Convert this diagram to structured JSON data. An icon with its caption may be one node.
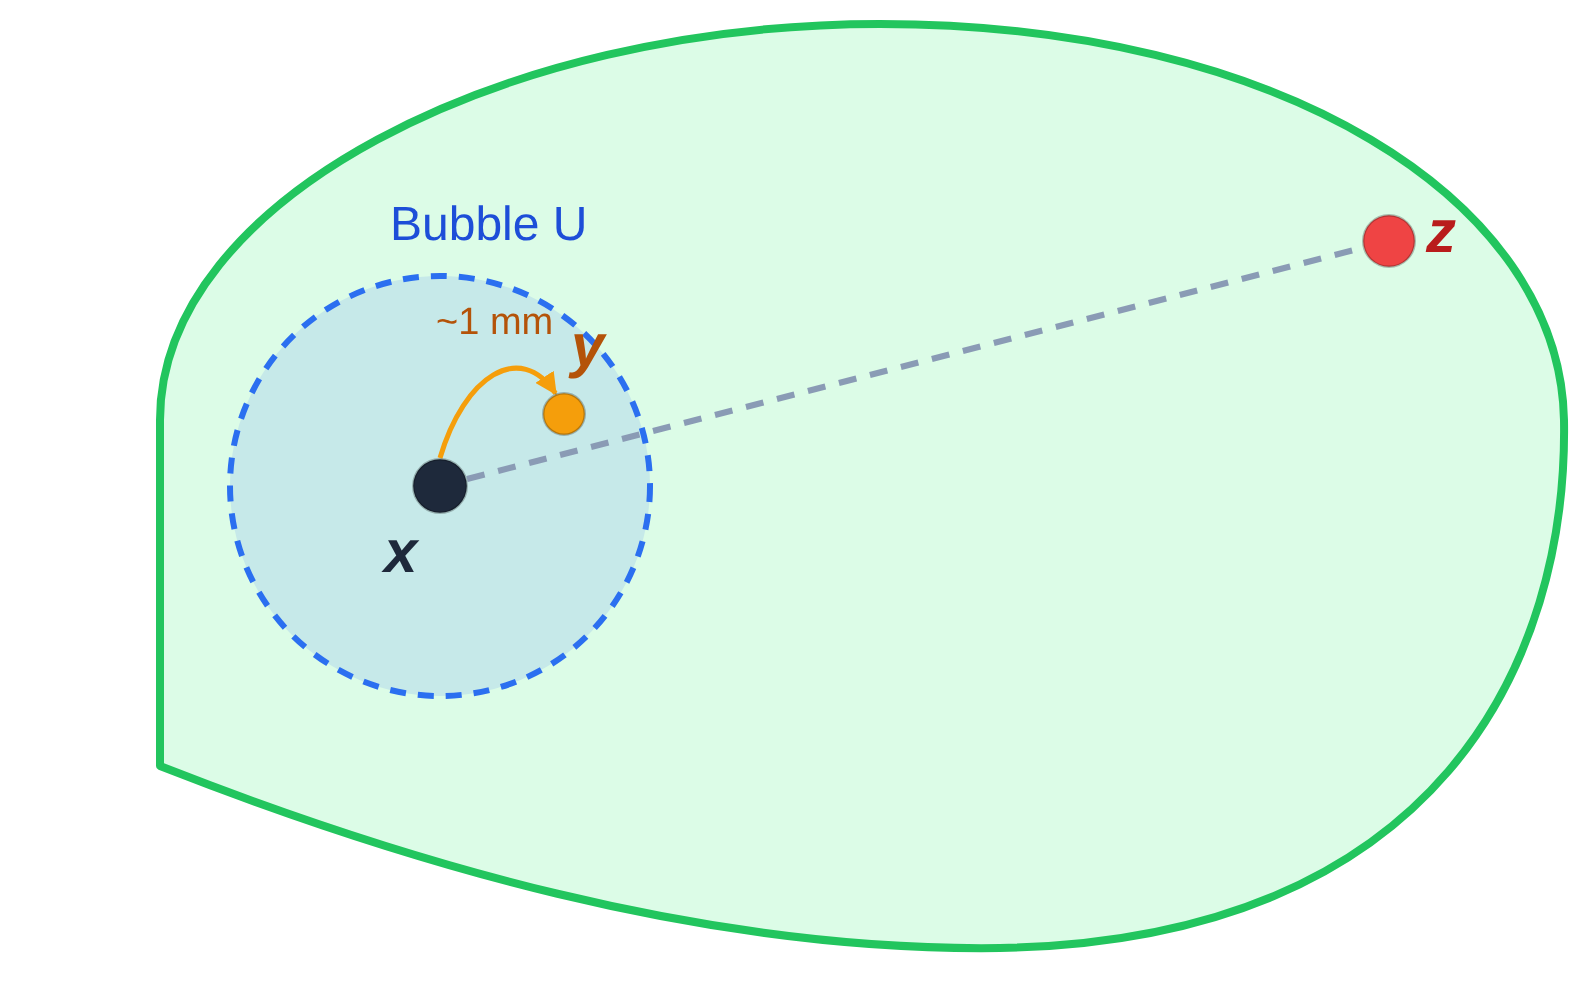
{
  "diagram": {
    "nodes": [
      {
        "text": [],
        "shape": "blob"
      },
      {
        "text": [
          "Bubble U"
        ],
        "in": 0
      },
      {
        "text": [
          "x"
        ],
        "in": 1
      },
      {
        "text": [
          "y"
        ],
        "in": 1
      },
      {
        "text": [
          "z"
        ],
        "in": 0
      }
    ],
    "edges": [
      {
        "from": 2,
        "to": 3,
        "arrow": "to",
        "label": "~1 mm",
        "color": "#f59e0b"
      },
      {
        "from": 2,
        "to": 4,
        "arrow": "none",
        "style": "dashed",
        "color": "#8a9bb5"
      }
    ]
  }
}
